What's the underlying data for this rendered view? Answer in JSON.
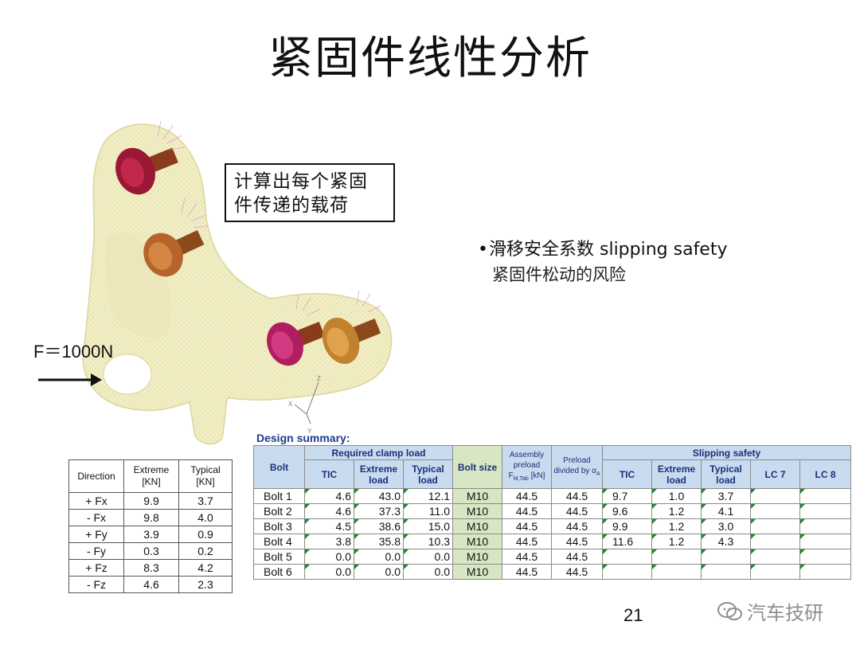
{
  "slide": {
    "title": "紧固件线性分析",
    "callout": [
      "计算出每个紧固",
      "件传递的载荷"
    ],
    "bullet_main": "滑移安全系数 slipping safety",
    "bullet_sub": "紧固件松动的风险",
    "force_label": "F＝1000N",
    "page_number": "21",
    "watermark": "汽车技研"
  },
  "load_table": {
    "headers": [
      "Direction",
      "Extreme\n[KN]",
      "Typical\n[KN]"
    ],
    "rows": [
      [
        "+ Fx",
        "9.9",
        "3.7"
      ],
      [
        "- Fx",
        "9.8",
        "4.0"
      ],
      [
        "+ Fy",
        "3.9",
        "0.9"
      ],
      [
        "- Fy",
        "0.3",
        "0.2"
      ],
      [
        "+ Fz",
        "8.3",
        "4.2"
      ],
      [
        "- Fz",
        "4.6",
        "2.3"
      ]
    ]
  },
  "design_summary": {
    "title": "Design summary:",
    "group_headers": {
      "bolt": "Bolt",
      "clamp": "Required clamp load",
      "bolt_size": "Bolt size",
      "assembly": "Assembly preload F",
      "assembly_sub": "M,Tab",
      "assembly_unit": "[kN]",
      "preload": "Preload divided by α",
      "preload_sub": "A",
      "slipping": "Slipping safety"
    },
    "sub_headers": {
      "clamp": [
        "TIC",
        "Extreme load",
        "Typical load"
      ],
      "slipping": [
        "TIC",
        "Extreme load",
        "Typical load",
        "LC 7",
        "LC 8"
      ]
    },
    "rows": [
      {
        "bolt": "Bolt 1",
        "tic": "4.6",
        "extreme": "43.0",
        "typical": "12.1",
        "size": "M10",
        "assembly": "44.5",
        "preload": "44.5",
        "s_tic": "9.7",
        "s_extreme": "1.0",
        "s_typical": "3.7",
        "lc7": "",
        "lc8": ""
      },
      {
        "bolt": "Bolt 2",
        "tic": "4.6",
        "extreme": "37.3",
        "typical": "11.0",
        "size": "M10",
        "assembly": "44.5",
        "preload": "44.5",
        "s_tic": "9.6",
        "s_extreme": "1.2",
        "s_typical": "4.1",
        "lc7": "",
        "lc8": ""
      },
      {
        "bolt": "Bolt 3",
        "tic": "4.5",
        "extreme": "38.6",
        "typical": "15.0",
        "size": "M10",
        "assembly": "44.5",
        "preload": "44.5",
        "s_tic": "9.9",
        "s_extreme": "1.2",
        "s_typical": "3.0",
        "lc7": "",
        "lc8": ""
      },
      {
        "bolt": "Bolt 4",
        "tic": "3.8",
        "extreme": "35.8",
        "typical": "10.3",
        "size": "M10",
        "assembly": "44.5",
        "preload": "44.5",
        "s_tic": "11.6",
        "s_extreme": "1.2",
        "s_typical": "4.3",
        "lc7": "",
        "lc8": ""
      },
      {
        "bolt": "Bolt 5",
        "tic": "0.0",
        "extreme": "0.0",
        "typical": "0.0",
        "size": "M10",
        "assembly": "44.5",
        "preload": "44.5",
        "s_tic": "",
        "s_extreme": "",
        "s_typical": "",
        "lc7": "",
        "lc8": ""
      },
      {
        "bolt": "Bolt 6",
        "tic": "0.0",
        "extreme": "0.0",
        "typical": "0.0",
        "size": "M10",
        "assembly": "44.5",
        "preload": "44.5",
        "s_tic": "",
        "s_extreme": "",
        "s_typical": "",
        "lc7": "",
        "lc8": ""
      }
    ]
  },
  "model_view": {
    "axis_labels": [
      "Z",
      "X",
      "Y"
    ],
    "colors": {
      "bracket": "#f2efc6",
      "bolt_crimson": "#9a1836",
      "bolt_orange": "#b5652b",
      "bolt_magenta": "#b01e62",
      "bolt_amber": "#c2812e"
    }
  }
}
